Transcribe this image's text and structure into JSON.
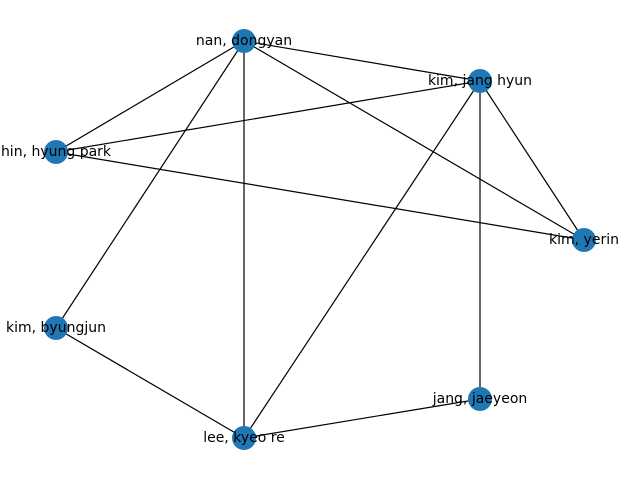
{
  "graph": {
    "node_color": "#1f77b4",
    "edge_color": "#000000",
    "nodes": [
      {
        "id": "nan",
        "label": "nan, dongyan"
      },
      {
        "id": "kjh",
        "label": "kim, jang hyun"
      },
      {
        "id": "hp",
        "label": "hin, hyung park"
      },
      {
        "id": "ky",
        "label": "kim, yerin"
      },
      {
        "id": "kb",
        "label": "kim, byungjun"
      },
      {
        "id": "jj",
        "label": "jang, jaeyeon"
      },
      {
        "id": "lk",
        "label": "lee, kyeo re"
      }
    ],
    "edges": [
      [
        "nan",
        "kjh"
      ],
      [
        "nan",
        "hp"
      ],
      [
        "nan",
        "ky"
      ],
      [
        "nan",
        "kb"
      ],
      [
        "nan",
        "lk"
      ],
      [
        "kjh",
        "hp"
      ],
      [
        "kjh",
        "ky"
      ],
      [
        "kjh",
        "jj"
      ],
      [
        "kjh",
        "lk"
      ],
      [
        "hp",
        "ky"
      ],
      [
        "kb",
        "lk"
      ],
      [
        "jj",
        "lk"
      ]
    ]
  }
}
